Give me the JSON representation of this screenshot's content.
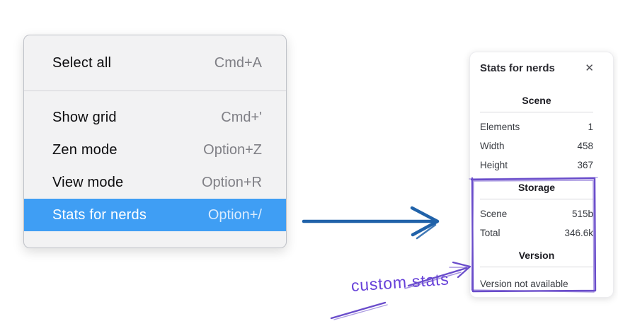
{
  "menu": {
    "sections": [
      {
        "items": [
          {
            "label": "Select all",
            "shortcut": "Cmd+A",
            "highlighted": false
          }
        ]
      },
      {
        "items": [
          {
            "label": "Show grid",
            "shortcut": "Cmd+'",
            "highlighted": false
          },
          {
            "label": "Zen mode",
            "shortcut": "Option+Z",
            "highlighted": false
          },
          {
            "label": "View mode",
            "shortcut": "Option+R",
            "highlighted": false
          },
          {
            "label": "Stats for nerds",
            "shortcut": "Option+/",
            "highlighted": true
          }
        ]
      }
    ]
  },
  "stats_panel": {
    "title": "Stats for nerds",
    "close_glyph": "✕",
    "sections": [
      {
        "heading": "Scene",
        "rows": [
          [
            "Elements",
            "1"
          ],
          [
            "Width",
            "458"
          ],
          [
            "Height",
            "367"
          ]
        ]
      },
      {
        "heading": "Storage",
        "rows": [
          [
            "Scene",
            "515b"
          ],
          [
            "Total",
            "346.6k"
          ]
        ]
      },
      {
        "heading": "Version",
        "rows": [],
        "note": "Version not available"
      }
    ]
  },
  "annotation": {
    "label": "custom stats"
  },
  "colors": {
    "menu_highlight": "#3f9ef4",
    "menu_highlight_text": "#ffffff",
    "menu_highlight_shortcut": "#d9ebfd",
    "flow_arrow": "#2062a9",
    "annotation": "#6a4dcb",
    "annotation_text": "#6741d9"
  }
}
